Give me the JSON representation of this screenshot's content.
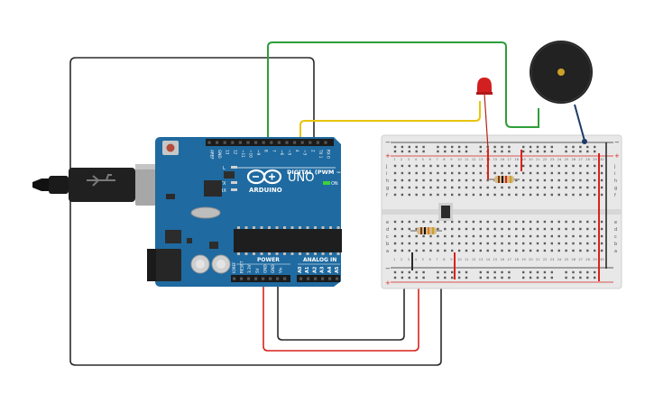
{
  "arduino": {
    "logo_brand": "ARDUINO",
    "model": "UNO",
    "digital_header_label": "DIGITAL (PWM ~)",
    "power_header_label": "POWER",
    "analog_header_label": "ANALOG IN",
    "on_label": "ON",
    "tx_label": "TX",
    "rx_label": "RX",
    "l_label": "L",
    "digital_pins": [
      "AREF",
      "GND",
      "13",
      "12",
      "~11",
      "~10",
      "~9",
      "8",
      "7",
      "~6",
      "~5",
      "4",
      "~3",
      "2",
      "TX 1",
      "RX 0"
    ],
    "power_pins": [
      "IOREF",
      "RESET",
      "3.3V",
      "5V",
      "GND",
      "GND",
      "Vin"
    ],
    "analog_pins": [
      "A0",
      "A1",
      "A2",
      "A3",
      "A4",
      "A5"
    ]
  },
  "breadboard": {
    "row_letters_top": [
      "j",
      "i",
      "h",
      "g",
      "f"
    ],
    "row_letters_bottom": [
      "e",
      "d",
      "c",
      "b",
      "a"
    ],
    "column_numbers": [
      "1",
      "2",
      "3",
      "4",
      "5",
      "6",
      "7",
      "8",
      "9",
      "10",
      "11",
      "12",
      "13",
      "14",
      "15",
      "16",
      "17",
      "18",
      "19",
      "20",
      "21",
      "22",
      "23",
      "24",
      "25",
      "26",
      "27",
      "28",
      "29",
      "30"
    ],
    "rail_plus": "+",
    "rail_minus": "−"
  },
  "components": [
    "usb-cable",
    "led",
    "buzzer",
    "resistor",
    "resistor",
    "pushbutton"
  ],
  "wire_colors": {
    "green": "#2e9e3a",
    "yellow": "#e8c40c",
    "red": "#d8231c",
    "black": "#2b2b2b"
  },
  "colors": {
    "board": "#1f6aa0",
    "board_dark": "#174f79",
    "breadboard": "#e8e8e8",
    "buzzer": "#222222",
    "led": "#d21f1f"
  }
}
